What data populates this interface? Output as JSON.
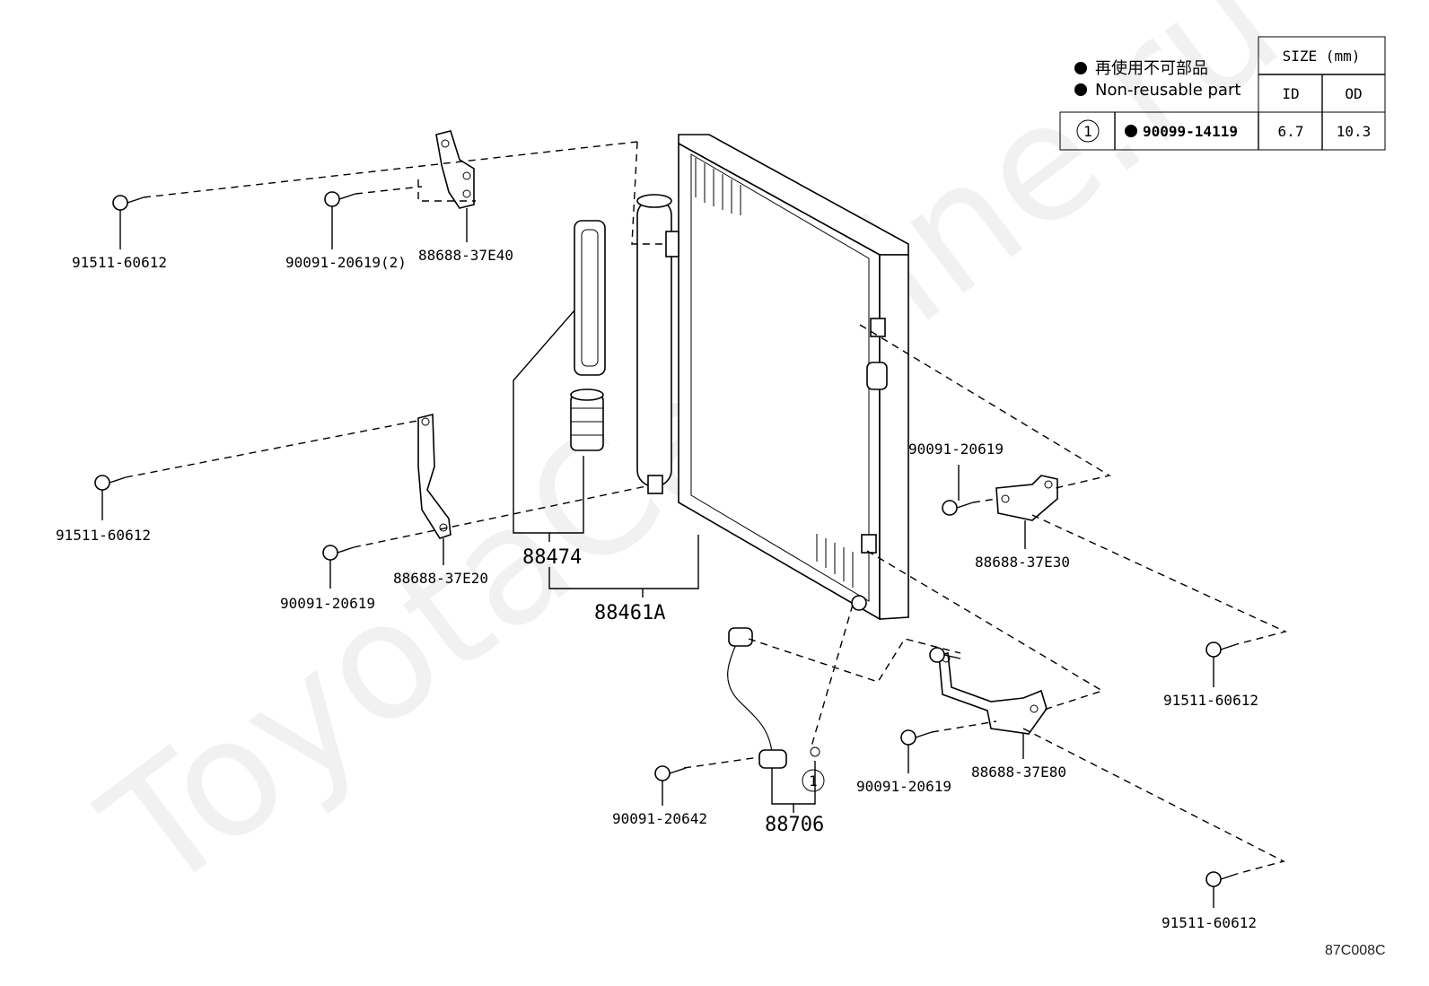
{
  "watermark": "ToyotaCarMine.ru",
  "legend": {
    "non_reusable_jp": "再使用不可部品",
    "non_reusable_en": "Non-reusable part",
    "size_header": "SIZE (mm)",
    "col_id": "ID",
    "col_od": "OD",
    "row_symbol": "1",
    "row_part": "90099-14119",
    "row_id": "6.7",
    "row_od": "10.3"
  },
  "callouts": {
    "bolt_top_left": "91511-60612",
    "bolt_top_mid": "90091-20619(2)",
    "bracket_top": "88688-37E40",
    "bolt_mid_left": "91511-60612",
    "bolt_lower_left": "90091-20619",
    "bracket_left": "88688-37E20",
    "dryer": "88474",
    "condenser": "88461A",
    "bolt_right_upper": "90091-20619",
    "bracket_right": "88688-37E30",
    "bolt_far_right_mid": "91511-60612",
    "bolt_pipe": "90091-20642",
    "pipe": "88706",
    "oring_symbol": "1",
    "bolt_right_lower": "90091-20619",
    "bracket_lower_right": "88688-37E80",
    "bolt_far_right_low": "91511-60612"
  },
  "figure_code": "87C008C"
}
